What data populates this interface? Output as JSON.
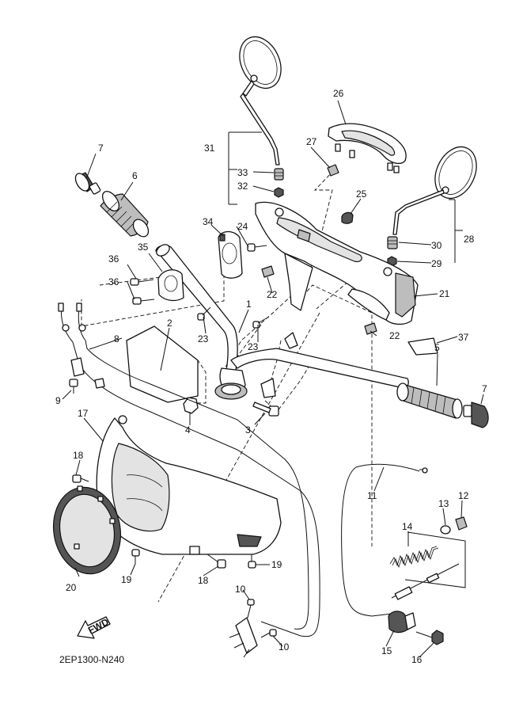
{
  "diagram_code": "2EP1300-N240",
  "fwd_label": "FWD",
  "labels": {
    "p1": "1",
    "p2": "2",
    "p3": "3",
    "p4": "4",
    "p5": "5",
    "p6": "6",
    "p7a": "7",
    "p7b": "7",
    "p8": "8",
    "p9": "9",
    "p10a": "10",
    "p10b": "10",
    "p11": "11",
    "p12": "12",
    "p13": "13",
    "p14": "14",
    "p15": "15",
    "p16": "16",
    "p17": "17",
    "p18a": "18",
    "p18b": "18",
    "p19a": "19",
    "p19b": "19",
    "p20": "20",
    "p21": "21",
    "p22a": "22",
    "p22b": "22",
    "p23a": "23",
    "p23b": "23",
    "p24": "24",
    "p25": "25",
    "p26": "26",
    "p27": "27",
    "p28": "28",
    "p29": "29",
    "p30": "30",
    "p31": "31",
    "p32": "32",
    "p33": "33",
    "p34": "34",
    "p35": "35",
    "p36a": "36",
    "p36b": "36",
    "p37": "37"
  }
}
